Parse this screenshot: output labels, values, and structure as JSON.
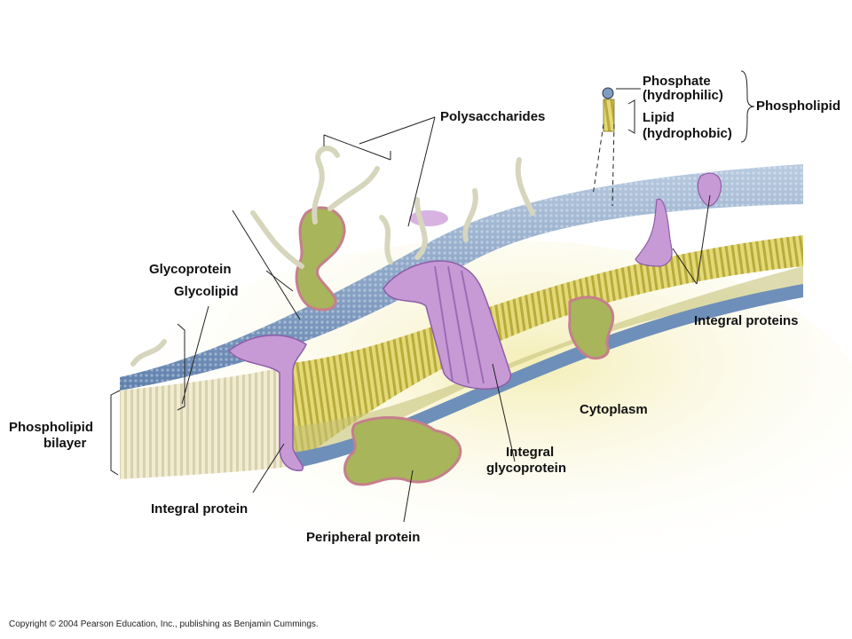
{
  "labels": {
    "polysaccharides": "Polysaccharides",
    "phosphate": "Phosphate",
    "hydrophilic": "(hydrophilic)",
    "lipid": "Lipid",
    "hydrophobic": "(hydrophobic)",
    "phospholipid": "Phospholipid",
    "glycoprotein": "Glycoprotein",
    "glycolipid": "Glycolipid",
    "integral_proteins": "Integral proteins",
    "phospholipid_bilayer_line1": "Phospholipid",
    "phospholipid_bilayer_line2": "bilayer",
    "cytoplasm": "Cytoplasm",
    "integral_glycoprotein_line1": "Integral",
    "integral_glycoprotein_line2": "glycoprotein",
    "integral_protein": "Integral protein",
    "peripheral_protein": "Peripheral protein"
  },
  "copyright": "Copyright © 2004 Pearson Education, Inc., publishing as Benjamin Cummings.",
  "colors": {
    "membrane_top": "#7f9cc2",
    "lipid_core": "#d9cf6a",
    "protein": "#c79ad6",
    "peripheral": "#9fb25a",
    "chain": "#dcdcc0",
    "cytoplasm_glow": "#f2ebb0"
  }
}
